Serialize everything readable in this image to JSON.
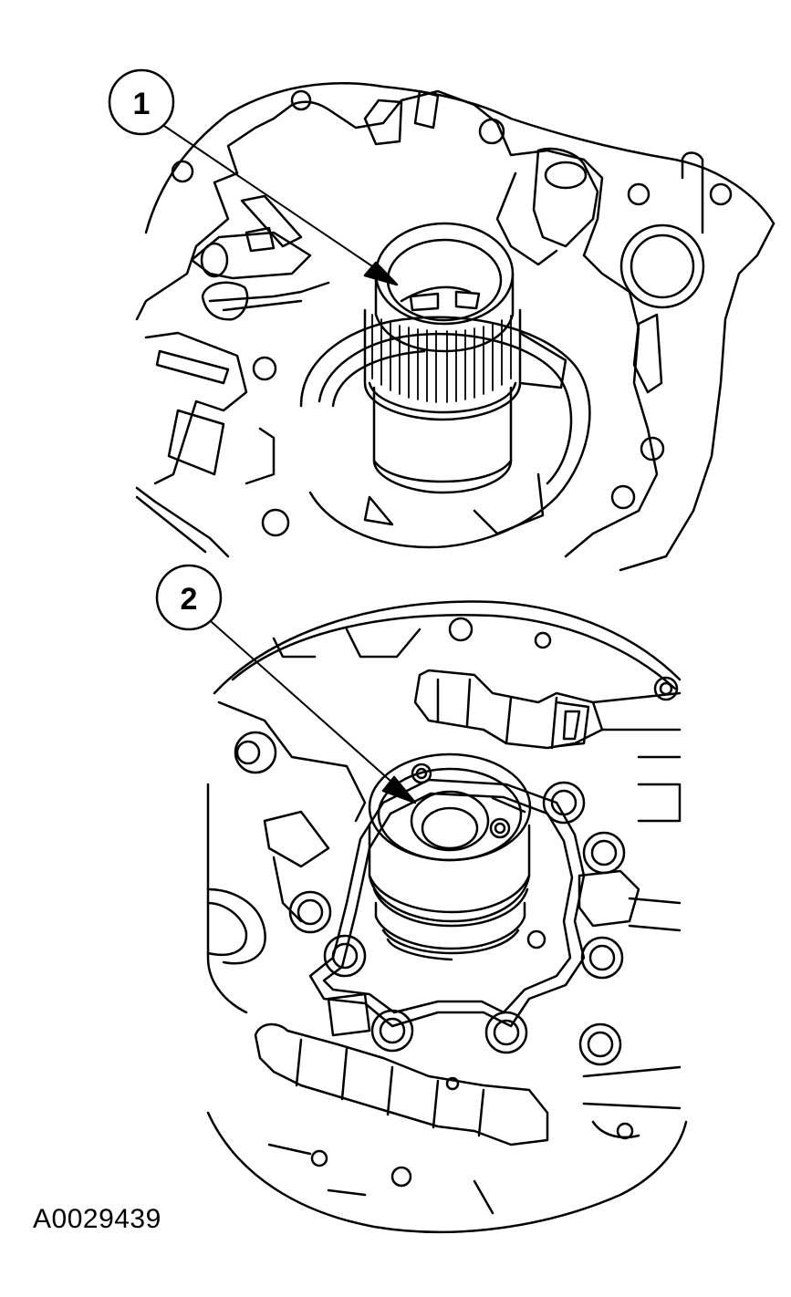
{
  "callouts": [
    {
      "id": 1,
      "label": "1"
    },
    {
      "id": 2,
      "label": "2"
    }
  ],
  "figure_id": "A0029439",
  "colors": {
    "line": "#000000",
    "fill": "#ffffff"
  }
}
